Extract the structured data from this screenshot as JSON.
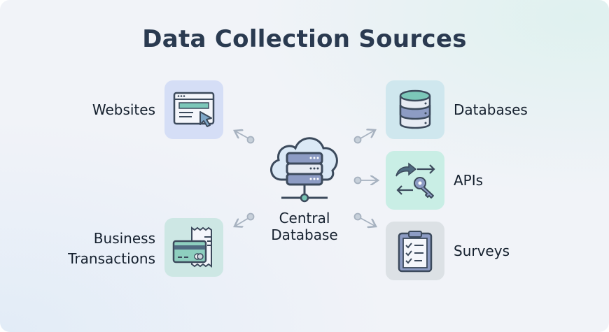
{
  "title": "Data Collection Sources",
  "center": {
    "line1": "Central",
    "line2": "Database",
    "icon": "cloud-server-icon"
  },
  "sources": {
    "websites": {
      "label": "Websites",
      "icon": "browser-cursor-icon",
      "color": "#d5def6"
    },
    "transactions": {
      "line1": "Business",
      "line2": "Transactions",
      "icon": "credit-card-receipt-icon",
      "color": "#cde7e4"
    },
    "databases": {
      "label": "Databases",
      "icon": "database-icon",
      "color": "#cfe7ee"
    },
    "apis": {
      "label": "APIs",
      "icon": "api-key-icon",
      "color": "#c9eee5"
    },
    "surveys": {
      "label": "Surveys",
      "icon": "clipboard-checklist-icon",
      "color": "#dce1e5"
    }
  }
}
